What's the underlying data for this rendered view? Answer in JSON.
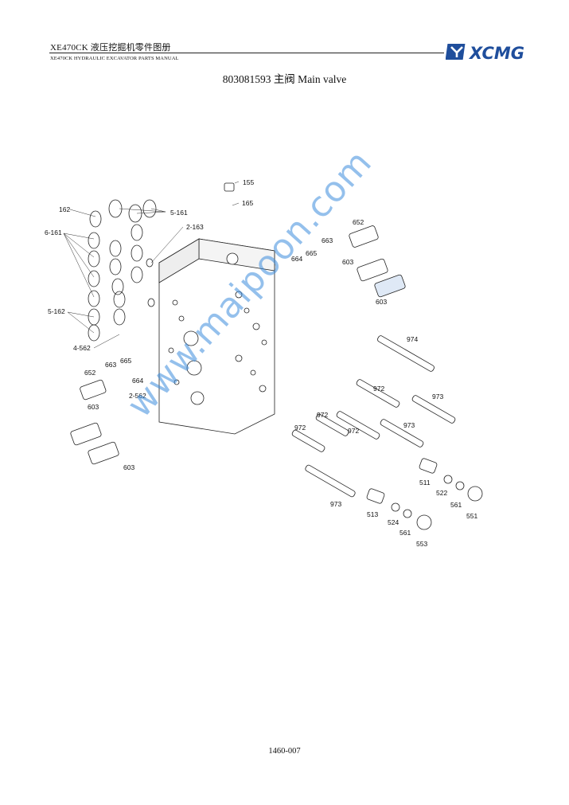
{
  "header": {
    "title": "XE470CK  液压挖掘机零件图册",
    "subtitle": "XE470CK HYDRAULIC EXCAVATOR PARTS MANUAL",
    "logo_text": "XCMG"
  },
  "doc_title": "803081593 主阀  Main valve",
  "callouts": [
    "155",
    "165",
    "162",
    "5-161",
    "2-163",
    "6-161",
    "652",
    "663",
    "664",
    "665",
    "603",
    "603",
    "5-162",
    "4-562",
    "974",
    "663",
    "665",
    "652",
    "664",
    "2-562",
    "972",
    "973",
    "603",
    "972",
    "972",
    "972",
    "973",
    "603",
    "511",
    "522",
    "561",
    "551",
    "973",
    "513",
    "524",
    "561",
    "553"
  ],
  "watermark": "www.maipoon.com",
  "page_number": "1460-007",
  "colors": {
    "logo_blue": "#1f4e9c",
    "watermark": "#3c8cdc"
  }
}
